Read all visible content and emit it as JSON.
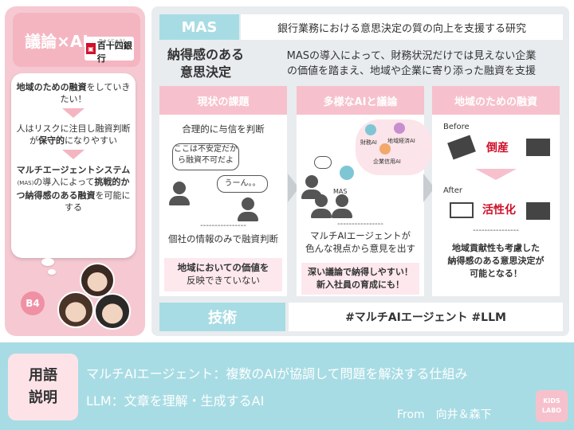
{
  "left": {
    "title": "議論×AI",
    "bank": {
      "name": "百十四銀行",
      "kana": "ひゃくじゅうし"
    },
    "bubble": {
      "p1_bold": "地域のための融資",
      "p1_rest": "をしていきたい！",
      "p2_a": "人はリスクに注目し融資判断が",
      "p2_bold": "保守的",
      "p2_b": "になりやすい",
      "p3_bold1": "マルチエージェントシステム",
      "p3_small": "(MAS)",
      "p3_a": "の導入によって",
      "p3_bold2": "挑戦的かつ納得感のある融資",
      "p3_b": "を可能にする"
    },
    "badge": "B4"
  },
  "header": {
    "mas_tag": "MAS",
    "mas_desc": "銀行業務における意思決定の質の向上を支援する研究",
    "subtitle_line1": "納得感のある",
    "subtitle_line2": "意思決定",
    "subdesc_line1": "MASの導入によって、財務状況だけでは見えない企業",
    "subdesc_line2": "の価値を踏まえ、地域や企業に寄り添った融資を支援"
  },
  "columns": {
    "c1": {
      "head": "現状の課題",
      "top": "合理的に与信を判断",
      "speech1": "ここは不安定だから融資不可だよ",
      "speech2": "うーん。。",
      "dashes": "----------------",
      "bottom": "個社の情報のみで融資判断",
      "result_line1": "地域においての価値を",
      "result_line2": "反映できていない"
    },
    "c2": {
      "head": "多様なAIと議論",
      "ai1": "財務AI",
      "ai2": "地域経済AI",
      "ai3": "企業信用AI",
      "mas_label": "MAS",
      "dashes": "----------------",
      "bottom_line1": "マルチAIエージェントが",
      "bottom_line2": "色んな視点から意見を出す",
      "result_line1": "深い議論で納得しやすい！",
      "result_line2": "新入社員の育成にも！"
    },
    "c3": {
      "head": "地域のための融資",
      "before": "Before",
      "before_label": "倒産",
      "after": "After",
      "after_label": "活性化",
      "dashes": "----------------",
      "result_line1": "地域貢献性も考慮した",
      "result_line2": "納得感のある意思決定が",
      "result_line3": "可能となる！"
    }
  },
  "tech": {
    "tag": "技術",
    "desc": "#マルチAIエージェント  #LLM"
  },
  "bottom": {
    "terms_line1": "用語",
    "terms_line2": "説明",
    "term1": "マルチAIエージェント：複数のAIが協調して問題を解決する仕組み",
    "term2": "LLM：文章を理解・生成するAI",
    "from": "From　向井＆森下",
    "logo_line1": "KIDS",
    "logo_line2": "LABO"
  },
  "colors": {
    "pink": "#f6c1cc",
    "cyan": "#a8dce4",
    "red": "#d0102a"
  }
}
